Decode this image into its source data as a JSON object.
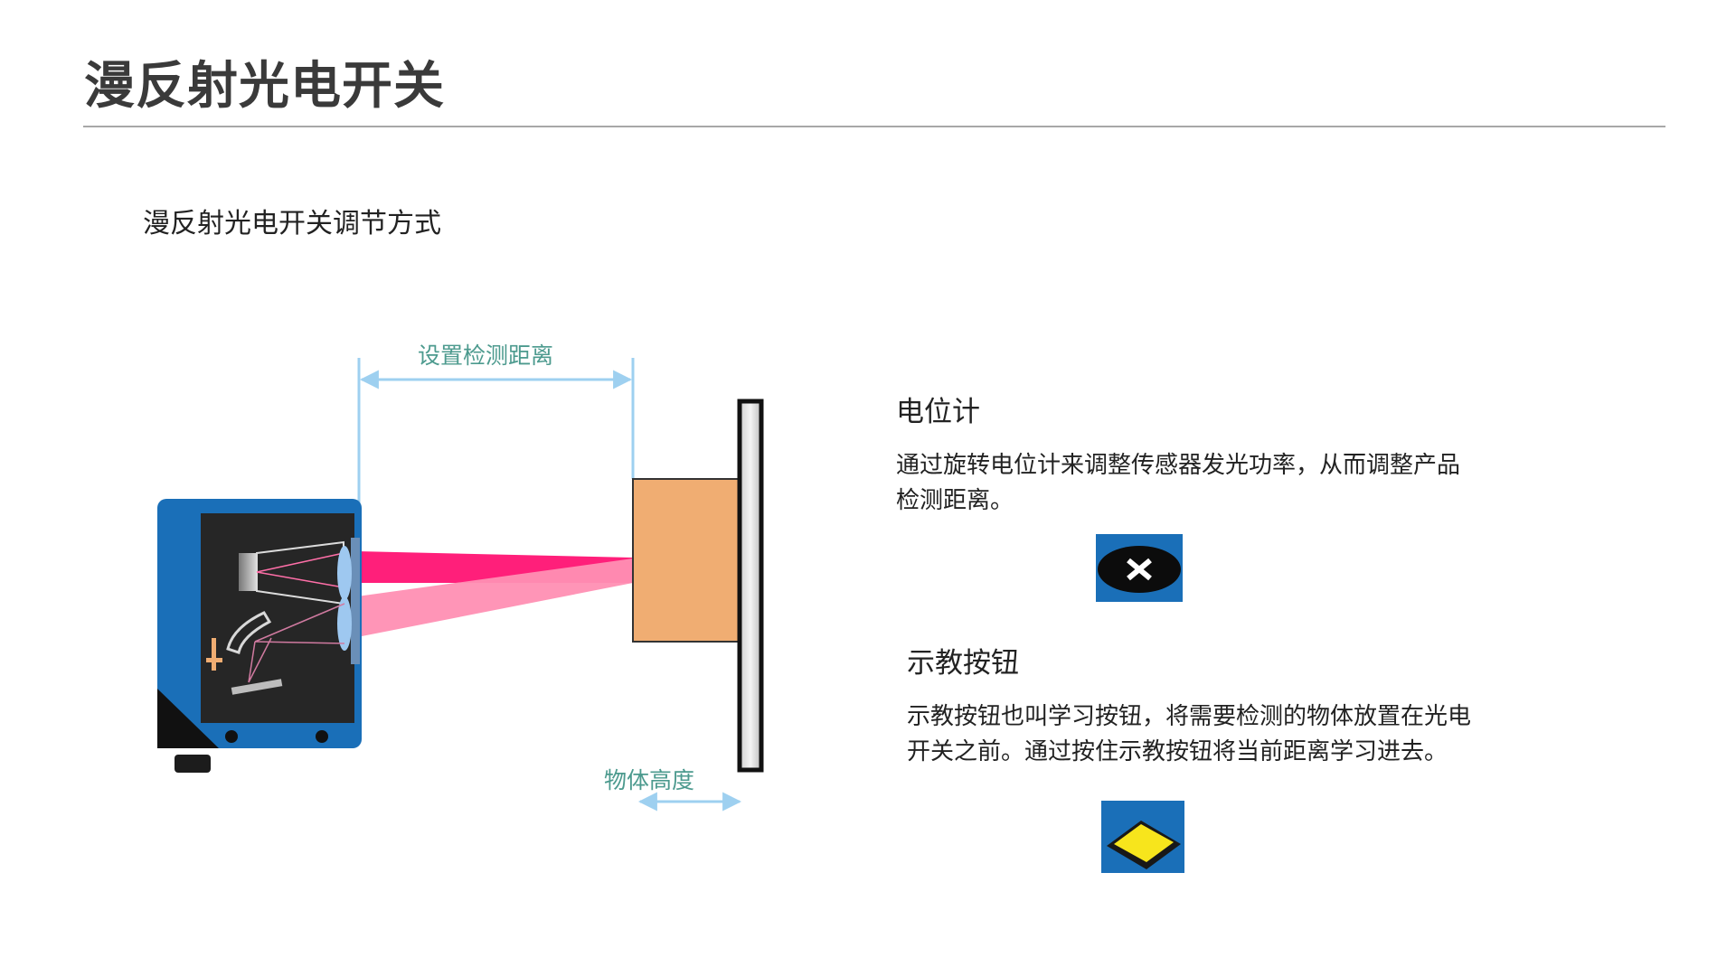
{
  "title": "漫反射光电开关",
  "subtitle": "漫反射光电开关调节方式",
  "diagram": {
    "distance_label": "设置检测距离",
    "height_label": "物体高度"
  },
  "potentiometer": {
    "heading": "电位计",
    "text_line1": "通过旋转电位计来调整传感器发光功率，从而调整产品",
    "text_line2": "检测距离。",
    "icon": "potentiometer-dial-icon"
  },
  "teach_button": {
    "heading": "示教按钮",
    "text_line1": "示教按钮也叫学习按钮，将需要检测的物体放置在光电",
    "text_line2": "开关之前。通过按住示教按钮将当前距离学习进去。",
    "icon": "teach-button-icon"
  },
  "colors": {
    "sensor_body": "#1a6fb8",
    "sensor_face": "#2a2a2a",
    "beam": "#ff1f7a",
    "object": "#f0ad72",
    "dimension": "#9ed0f0",
    "label": "#4c9a8e"
  }
}
